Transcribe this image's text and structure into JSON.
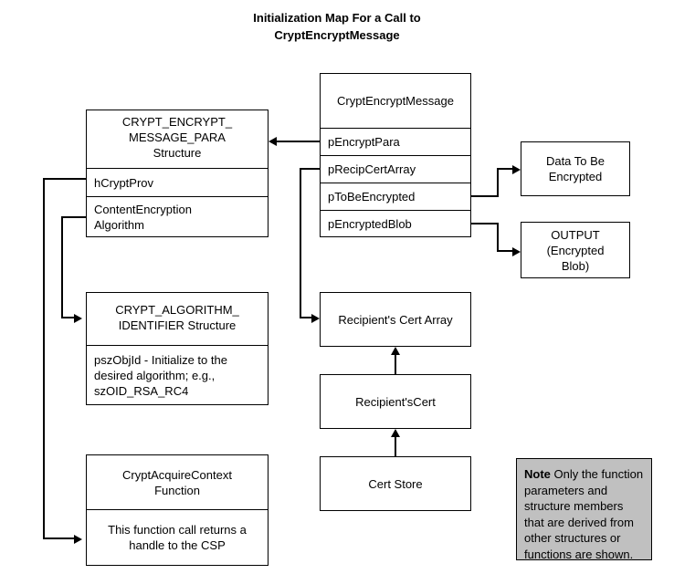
{
  "title": "Initialization Map For a Call to CryptEncryptMessage",
  "title_line1": "Initialization Map For a Call to",
  "title_line2": "CryptEncryptMessage",
  "colors": {
    "background": "#ffffff",
    "stroke": "#000000",
    "note_background": "#c0c0c0"
  },
  "boxes": {
    "crypt_encrypt_message": {
      "header": "CryptEncryptMessage",
      "rows": [
        "pEncryptPara",
        "pRecipCertArray",
        "pToBeEncrypted",
        "pEncryptedBlob"
      ]
    },
    "message_para": {
      "header_line1": "CRYPT_ENCRYPT_",
      "header_line2": "MESSAGE_PARA",
      "header_line3": "Structure",
      "rows": [
        "hCryptProv",
        "ContentEncryption Algorithm"
      ],
      "row_algorithm_line1": "ContentEncryption",
      "row_algorithm_line2": "Algorithm"
    },
    "algorithm_identifier": {
      "header_line1": "CRYPT_ALGORITHM_",
      "header_line2": "IDENTIFIER Structure",
      "body_line1": "pszObjId - Initialize  to the",
      "body_line2": "desired algorithm; e.g.,",
      "body_line3": "szOID_RSA_RC4"
    },
    "crypt_acquire_context": {
      "header_line1": "CryptAcquireContext",
      "header_line2": "Function",
      "body_line1": "This function call returns a",
      "body_line2": "handle to the CSP"
    },
    "data_to_be_encrypted": {
      "line1": "Data To Be",
      "line2": "Encrypted"
    },
    "output_blob": {
      "line1": "OUTPUT",
      "line2": "(Encrypted",
      "line3": "Blob)"
    },
    "recipient_cert_array": {
      "label": "Recipient's Cert Array"
    },
    "recipient_cert": {
      "label": "Recipient'sCert"
    },
    "cert_store": {
      "label": "Cert Store"
    }
  },
  "note": {
    "bold_label": "Note",
    "text": "  Only the function parameters and structure members that are derived from other structures or functions are shown."
  }
}
